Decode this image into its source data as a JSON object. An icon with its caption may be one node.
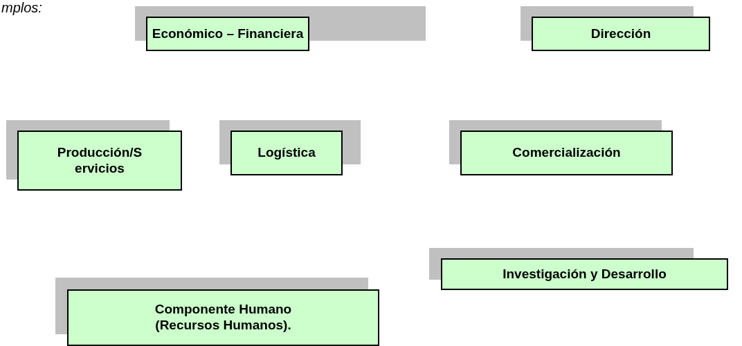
{
  "diagram": {
    "nodes": [
      {
        "text": [
          "Económico – Financiera"
        ]
      },
      {
        "text": [
          "Dirección"
        ]
      },
      {
        "text": [
          "Producción/Servicios"
        ]
      },
      {
        "text": [
          "Logística"
        ]
      },
      {
        "text": [
          "Comercialización"
        ]
      },
      {
        "text": [
          "Investigación y Desarrollo"
        ]
      },
      {
        "text": [
          "Componente Humano (Recursos Humanos)."
        ]
      }
    ],
    "labels": [
      "mplos:"
    ]
  }
}
